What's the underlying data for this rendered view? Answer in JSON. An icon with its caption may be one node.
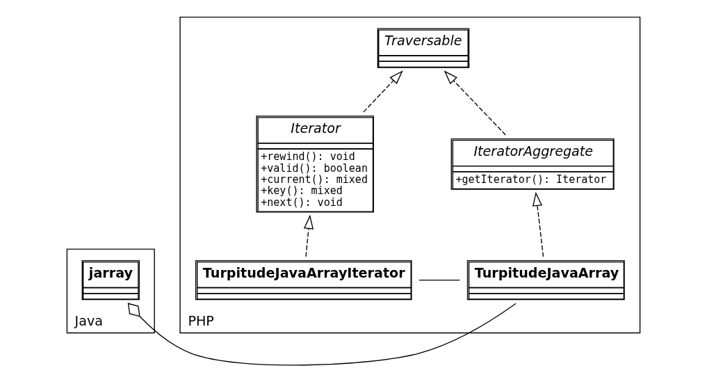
{
  "diagram": {
    "nodes": [
      {
        "text": [
          "Java"
        ]
      },
      {
        "text": [
          "PHP"
        ]
      },
      {
        "text": [
          "Traversable"
        ],
        "in": 1
      },
      {
        "text": [
          "IteratorAggregate",
          "+getIterator(): Iterator"
        ],
        "in": 1
      },
      {
        "text": [
          "Iterator",
          "+rewind(): void",
          "+valid(): boolean",
          "+current(): mixed",
          "+key(): mixed",
          "+next(): void"
        ],
        "in": 1
      },
      {
        "text": [
          "jarray"
        ],
        "in": 0
      },
      {
        "text": [
          "TurpitudeJavaArray"
        ],
        "in": 1
      },
      {
        "text": [
          "TurpitudeJavaArrayIterator"
        ],
        "in": 1
      }
    ],
    "edges": [
      {
        "from": 3,
        "to": 2,
        "arrow": "to",
        "style": "dashed"
      },
      {
        "from": 4,
        "to": 2,
        "arrow": "to",
        "style": "dashed"
      },
      {
        "from": 6,
        "to": 3,
        "arrow": "to",
        "style": "dashed"
      },
      {
        "from": 7,
        "to": 4,
        "arrow": "to",
        "style": "dashed"
      },
      {
        "from": 5,
        "to": 6,
        "arrow": "other"
      },
      {
        "from": 6,
        "to": 7,
        "arrow": "none"
      }
    ]
  }
}
